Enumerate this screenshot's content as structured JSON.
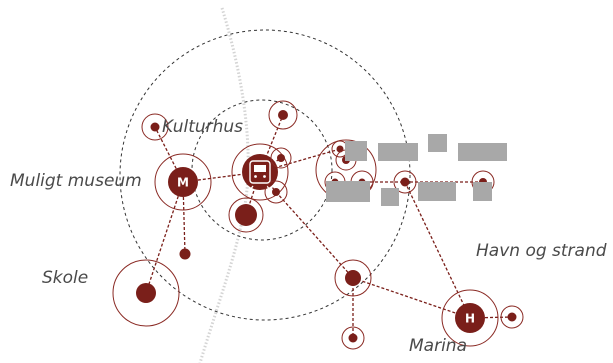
{
  "labels": {
    "kulturhus": "Kulturhus",
    "mulig_museum": "Muligt museum",
    "skole": "Skole",
    "havn_og_strand": "Havn og strand",
    "marina": "Marina"
  },
  "badges": {
    "museum": "M",
    "harbour": "H"
  },
  "icons": {
    "station": "train-icon"
  },
  "colors": {
    "node": "#7a1f1a",
    "ring": "#8a2a24",
    "dashed_circle": "#333333",
    "railway": "#d4d4d4",
    "redacted": "#a8a8a8",
    "label": "#4a4a4a"
  }
}
